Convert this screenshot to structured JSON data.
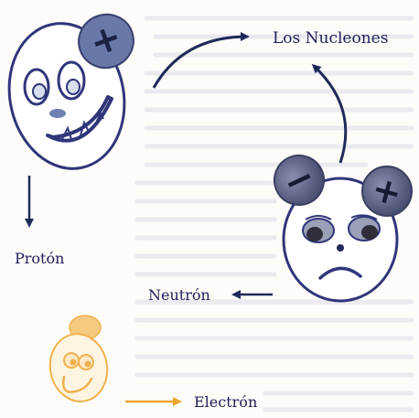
{
  "labels": {
    "nucleons": "Los Nucleones",
    "proton": "Protón",
    "neutron": "Neutrón",
    "electron": "Electrón"
  },
  "signs": {
    "plus": "+",
    "minus": "−"
  },
  "colors": {
    "ink": "#1f2a5a",
    "outline": "#30367a",
    "background": "#fdfcf8",
    "background_text": "#e9e9ee",
    "charge_fill": "#5e6ea0",
    "neutron_charge_fill": "#4f5570",
    "neutron_eye_fill": "#3c3d47",
    "electron_orange": "#f0a531"
  }
}
